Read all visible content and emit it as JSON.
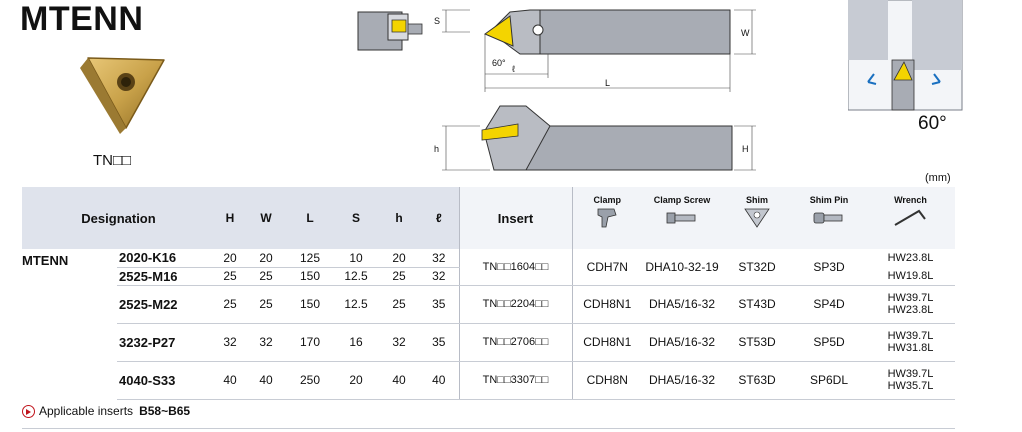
{
  "title": "MTENN",
  "insert_code": "TN□□",
  "unit_note": "(mm)",
  "diagram": {
    "labels": {
      "S": "S",
      "W": "W",
      "angle": "60°",
      "l": "ℓ",
      "L": "L",
      "h": "h",
      "H": "H"
    },
    "approach_angle": "60°"
  },
  "table": {
    "headers": {
      "designation": "Designation",
      "H": "H",
      "W": "W",
      "L": "L",
      "S": "S",
      "h": "h",
      "l": "ℓ",
      "insert": "Insert",
      "clamp": "Clamp",
      "clamp_screw": "Clamp Screw",
      "shim": "Shim",
      "shim_pin": "Shim Pin",
      "wrench": "Wrench"
    },
    "series": "MTENN",
    "rows": [
      {
        "code": "2020-K16",
        "H": "20",
        "W": "20",
        "L": "125",
        "S": "10",
        "h": "20",
        "l": "32",
        "wrench": "HW23.8L"
      },
      {
        "code": "2525-M16",
        "H": "25",
        "W": "25",
        "L": "150",
        "S": "12.5",
        "h": "25",
        "l": "32",
        "wrench": "HW19.8L"
      },
      {
        "code": "2525-M22",
        "H": "25",
        "W": "25",
        "L": "150",
        "S": "12.5",
        "h": "25",
        "l": "35",
        "insert": "TN□□2204□□",
        "clamp": "CDH8N1",
        "clamp_screw": "DHA5/16-32",
        "shim": "ST43D",
        "shim_pin": "SP4D",
        "wrench1": "HW39.7L",
        "wrench2": "HW23.8L"
      },
      {
        "code": "3232-P27",
        "H": "32",
        "W": "32",
        "L": "170",
        "S": "16",
        "h": "32",
        "l": "35",
        "insert": "TN□□2706□□",
        "clamp": "CDH8N1",
        "clamp_screw": "DHA5/16-32",
        "shim": "ST53D",
        "shim_pin": "SP5D",
        "wrench1": "HW39.7L",
        "wrench2": "HW31.8L"
      },
      {
        "code": "4040-S33",
        "H": "40",
        "W": "40",
        "L": "250",
        "S": "20",
        "h": "40",
        "l": "40",
        "insert": "TN□□3307□□",
        "clamp": "CDH8N",
        "clamp_screw": "DHA5/16-32",
        "shim": "ST63D",
        "shim_pin": "SP6DL",
        "wrench1": "HW39.7L",
        "wrench2": "HW35.7L"
      }
    ],
    "group1": {
      "insert": "TN□□1604□□",
      "clamp": "CDH7N",
      "clamp_screw": "DHA10-32-19",
      "shim": "ST32D",
      "shim_pin": "SP3D"
    }
  },
  "footer": {
    "label": "Applicable inserts",
    "ref": "B58~B65"
  },
  "colors": {
    "header_bg": "#dfe3ec",
    "insert_gold": "#c9a24a",
    "tool_gray": "#a8acb4",
    "shim_yellow": "#f4d400",
    "accent_red": "#c0141c"
  }
}
